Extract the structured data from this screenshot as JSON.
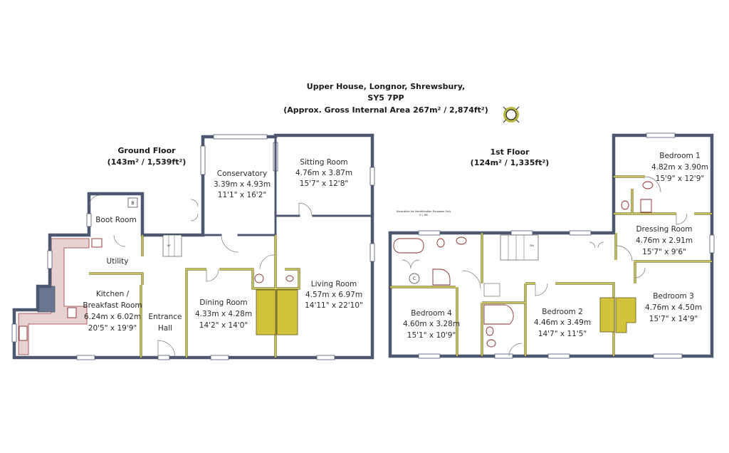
{
  "header": {
    "address_line1": "Upper House, Longnor, Shrewsbury,",
    "address_line2": "SY5 7PP",
    "area_line": "(Approx. Gross Internal Area 267m² / 2,874ft²)"
  },
  "compass_icon": "compass-rose-icon",
  "disclaimer": {
    "line1": "Illustration for Identification Purposes Only",
    "line2": "© J Hill"
  },
  "colors": {
    "outer_wall": "#4d5770",
    "internal_wall": "#e6dc6a",
    "chimney": "#d2c33a",
    "kitchen_units": "#e7d2d2"
  },
  "ground_floor": {
    "title": "Ground Floor",
    "area": "(143m² / 1,539ft²)",
    "rooms": {
      "conservatory": {
        "name": "Conservatory",
        "metric": "3.39m x 4.93m",
        "imperial": "11'1\" x 16'2\""
      },
      "sitting_room": {
        "name": "Sitting Room",
        "metric": "4.76m x 3.87m",
        "imperial": "15'7\" x 12'8\""
      },
      "boot_room": {
        "name": "Boot Room"
      },
      "utility": {
        "name": "Utility"
      },
      "kitchen": {
        "name_line1": "Kitchen /",
        "name_line2": "Breakfast Room",
        "metric": "6.24m x 6.02m",
        "imperial": "20'5\" x 19'9\""
      },
      "entrance_hall": {
        "name_line1": "Entrance",
        "name_line2": "Hall"
      },
      "dining_room": {
        "name": "Dining Room",
        "metric": "4.33m x 4.28m",
        "imperial": "14'2\" x 14'0\""
      },
      "living_room": {
        "name": "Living Room",
        "metric": "4.57m x 6.97m",
        "imperial": "14'11\" x 22'10\""
      }
    },
    "boiler_label": "B",
    "stairs_label": "UP"
  },
  "first_floor": {
    "title": "1st Floor",
    "area": "(124m² / 1,335ft²)",
    "rooms": {
      "bedroom1": {
        "name": "Bedroom 1",
        "metric": "4.82m x 3.90m",
        "imperial": "15'9\" x 12'9\""
      },
      "dressing_room": {
        "name": "Dressing Room",
        "metric": "4.76m x 2.91m",
        "imperial": "15'7\" x 9'6\""
      },
      "bedroom3": {
        "name": "Bedroom 3",
        "metric": "4.76m x 4.50m",
        "imperial": "15'7\" x 14'9\""
      },
      "bedroom2": {
        "name": "Bedroom 2",
        "metric": "4.46m x 3.49m",
        "imperial": "14'7\" x 11'5\""
      },
      "bedroom4": {
        "name": "Bedroom 4",
        "metric": "4.60m x 3.28m",
        "imperial": "15'1\" x 10'9\""
      }
    },
    "cylinder_label": "C",
    "stairs_label": "DN"
  }
}
